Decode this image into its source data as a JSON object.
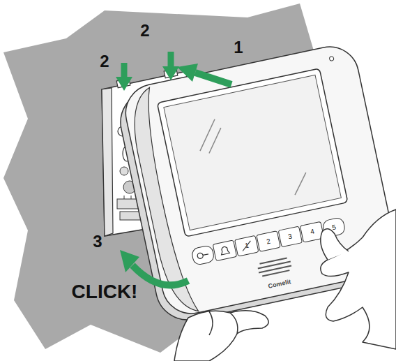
{
  "diagram": {
    "labels": [
      "1",
      "2",
      "2",
      "3",
      "CLICK!",
      "1",
      "2",
      "3",
      "4",
      "5",
      "Comelit"
    ]
  }
}
